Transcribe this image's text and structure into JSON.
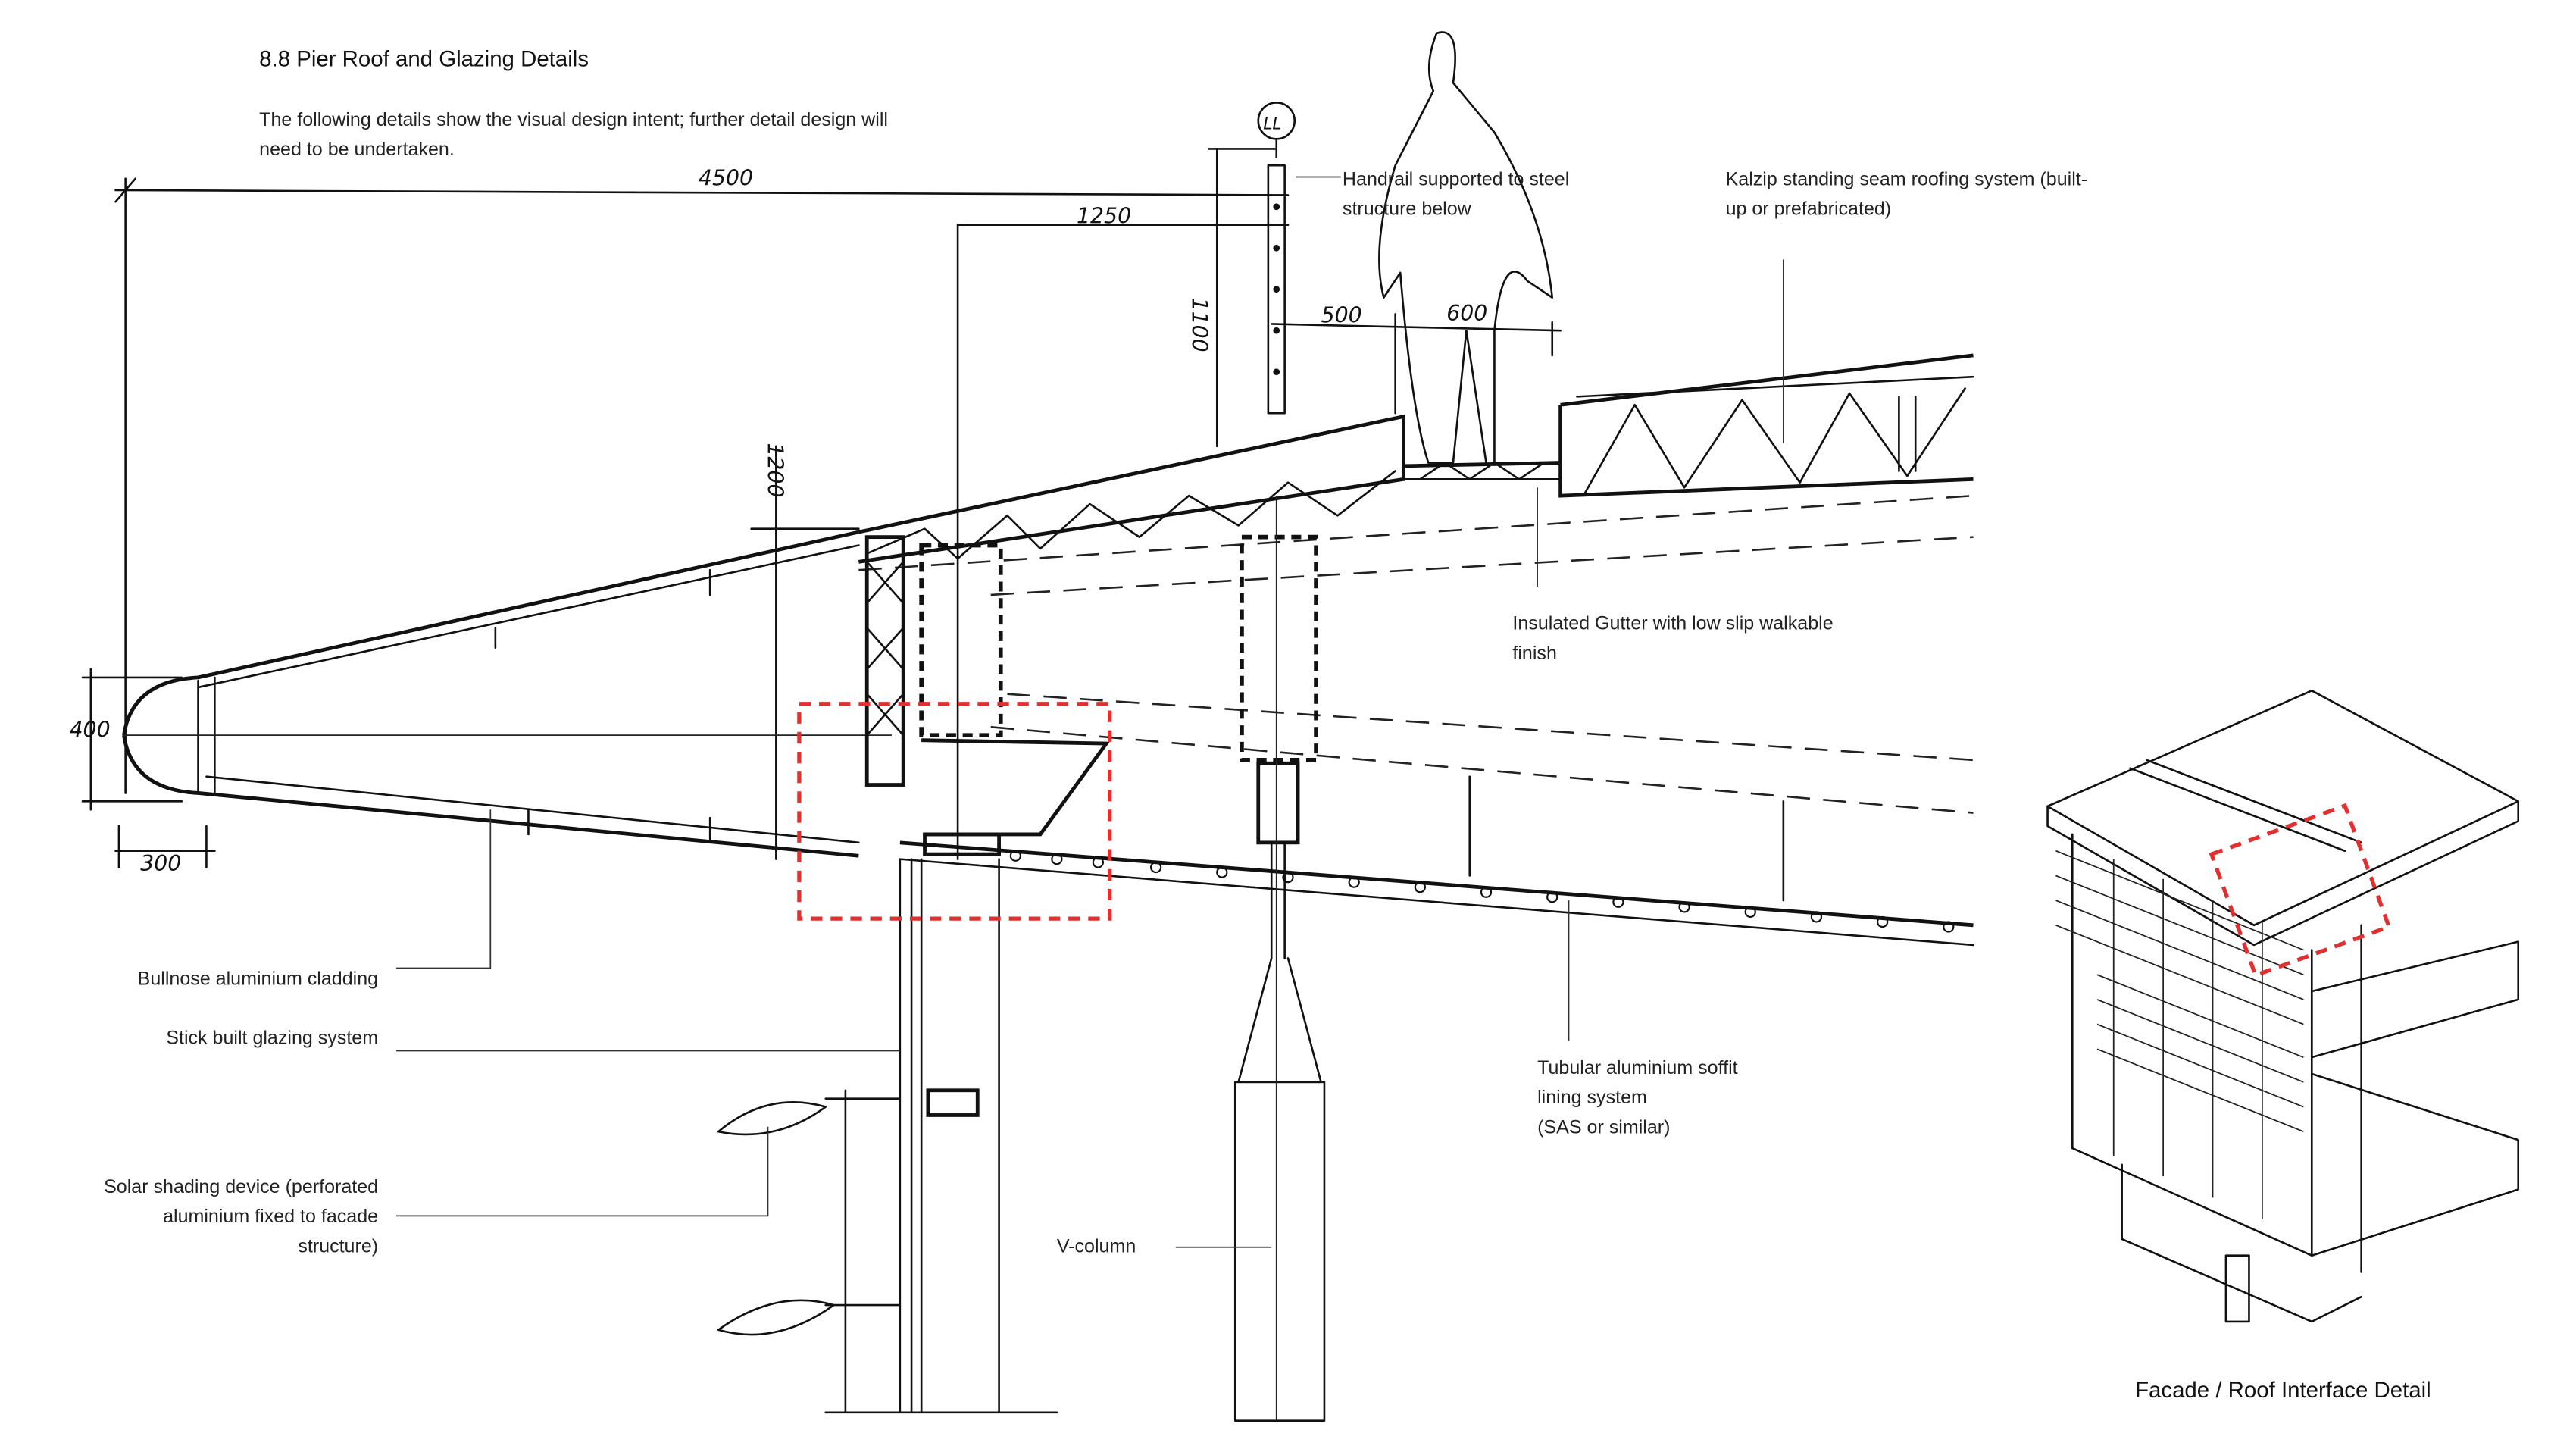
{
  "header": {
    "title": "8.8 Pier Roof and Glazing Details",
    "intro_line1": "The following details show the visual design intent; further detail design will",
    "intro_line2": "need to be undertaken."
  },
  "dimensions": {
    "d4500": "4500",
    "d1250": "1250",
    "d1100": "1100",
    "d500": "500",
    "d600": "600",
    "d1200": "1200",
    "d400": "400",
    "d300": "300",
    "level_marker": "LL"
  },
  "labels": {
    "handrail": [
      "Handrail supported to steel",
      "structure below"
    ],
    "kalzip": [
      "Kalzip standing seam roofing system (built-",
      "up or prefabricated)"
    ],
    "gutter": [
      "Insulated Gutter with low slip walkable",
      "finish"
    ],
    "soffit": [
      "Tubular aluminium soffit",
      "lining system",
      "(SAS or similar)"
    ],
    "bullnose": "Bullnose aluminium cladding",
    "glazing": "Stick built glazing system",
    "solar": [
      "Solar shading device (perforated",
      "aluminium fixed to facade",
      "structure)"
    ],
    "vcolumn": "V-column"
  },
  "inset": {
    "caption": "Facade / Roof Interface Detail"
  },
  "colors": {
    "highlight": "#e03030",
    "ink": "#111111"
  }
}
